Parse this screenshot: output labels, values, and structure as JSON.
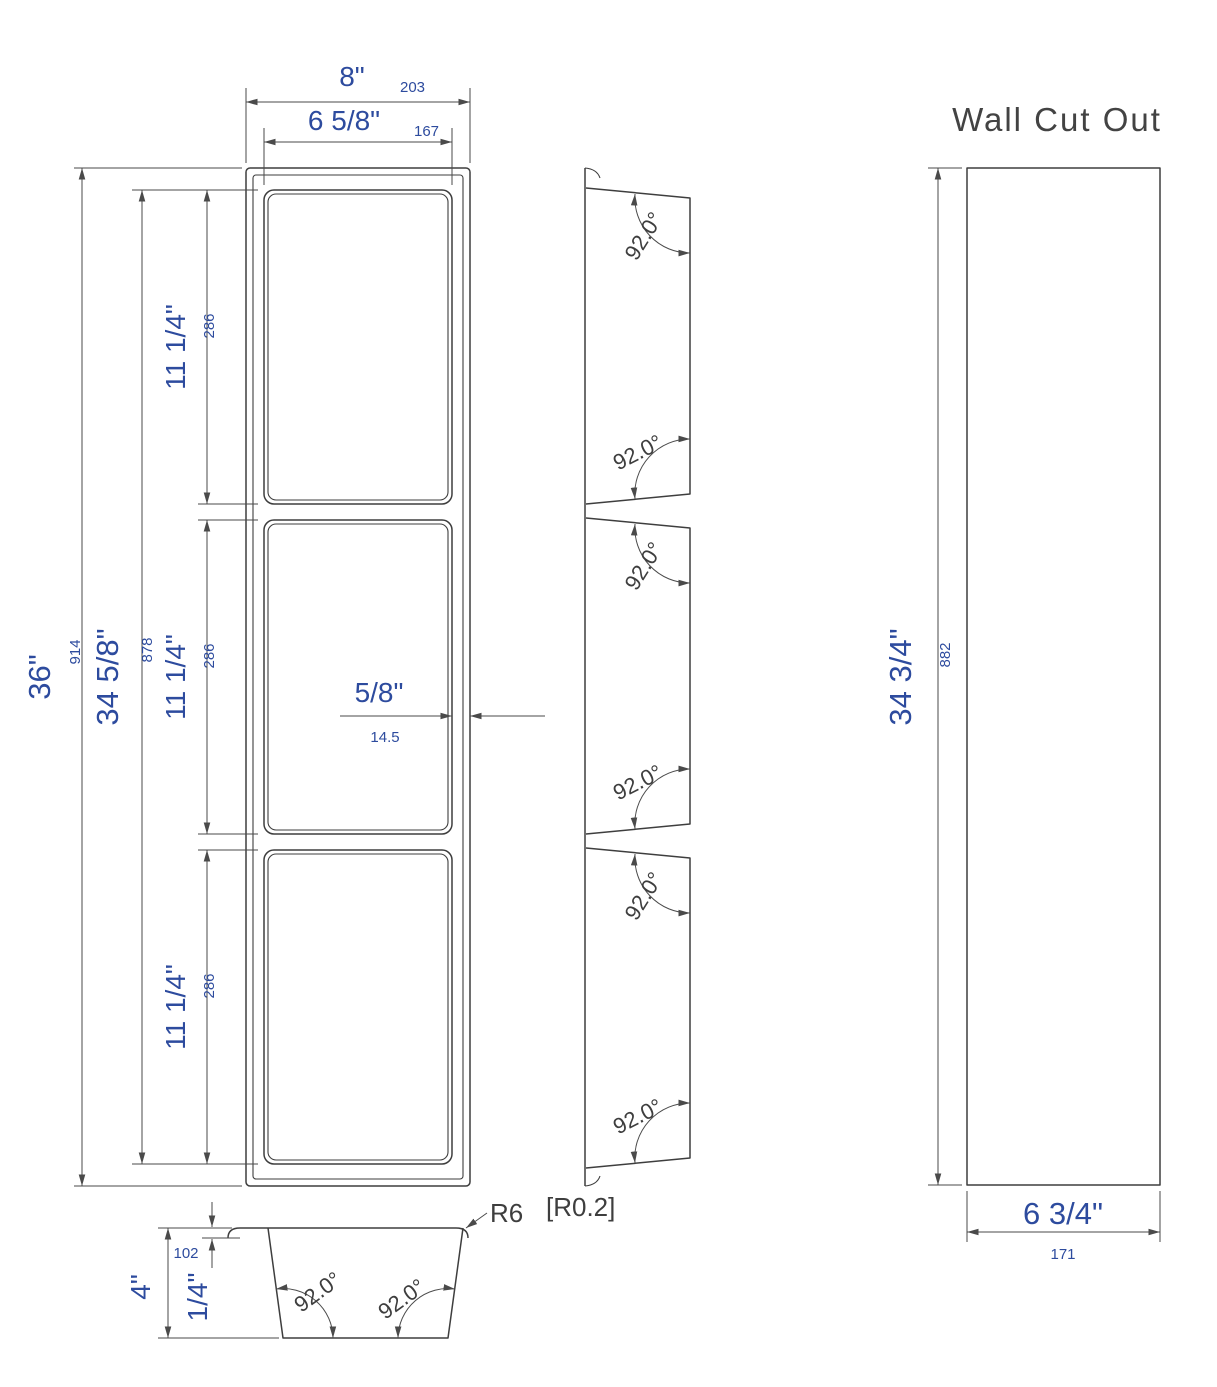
{
  "meta": {
    "background": "#ffffff",
    "line_color": "#3e3e3e",
    "dimension_color": "#2d4b9e"
  },
  "front_view": {
    "outer_width": {
      "in": "8\"",
      "mm": "203"
    },
    "opening_width": {
      "in": "6 5/8\"",
      "mm": "167"
    },
    "outer_height": {
      "in": "36\"",
      "mm": "914"
    },
    "opening_height": {
      "in": "34 5/8\"",
      "mm": "878"
    },
    "shelf_heights": [
      {
        "in": "11 1/4\"",
        "mm": "286"
      },
      {
        "in": "11 1/4\"",
        "mm": "286"
      },
      {
        "in": "11 1/4\"",
        "mm": "286"
      }
    ],
    "wall_thickness": {
      "in": "5/8\"",
      "mm": "14.5"
    }
  },
  "side_view": {
    "angles": [
      "92.0°",
      "92.0°",
      "92.0°",
      "92.0°",
      "92.0°",
      "92.0°"
    ]
  },
  "section_view": {
    "depth": {
      "in": "4\"",
      "mm": "102"
    },
    "lip": {
      "in": "1/4\""
    },
    "radius": "R6",
    "radius_bracket": "[R0.2]",
    "angles": [
      "92.0°",
      "92.0°"
    ]
  },
  "wall_cutout": {
    "title": "Wall Cut Out",
    "height": {
      "in": "34 3/4\"",
      "mm": "882"
    },
    "width": {
      "in": "6 3/4\"",
      "mm": "171"
    }
  }
}
